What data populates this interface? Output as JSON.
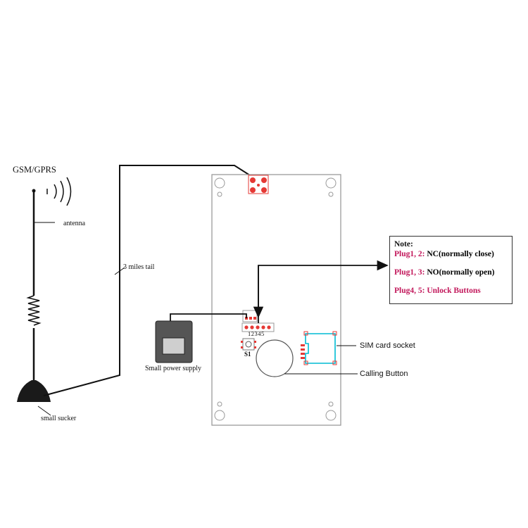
{
  "labels": {
    "gsm": "GSM/GPRS",
    "antenna": "antenna",
    "tail": "3 miles tail",
    "sucker": "small sucker",
    "power": "Small power supply",
    "s1": "S1",
    "pins": "12345",
    "sim": "SIM card socket",
    "calling": "Calling Button"
  },
  "note": {
    "title": "Note:",
    "lines": [
      {
        "plug": "Plug1, 2:",
        "desc": "NC(normally close)"
      },
      {
        "plug": "Plug1, 3:",
        "desc": "NO(normally open)"
      },
      {
        "plug": "Plug4, 5:",
        "desc": "Unlock Buttons"
      }
    ]
  },
  "colors": {
    "line": "#111111",
    "board": "#999999",
    "red_component": "#e53935",
    "sim_highlight": "#00bcd4",
    "note_plug": "#c2185b"
  }
}
